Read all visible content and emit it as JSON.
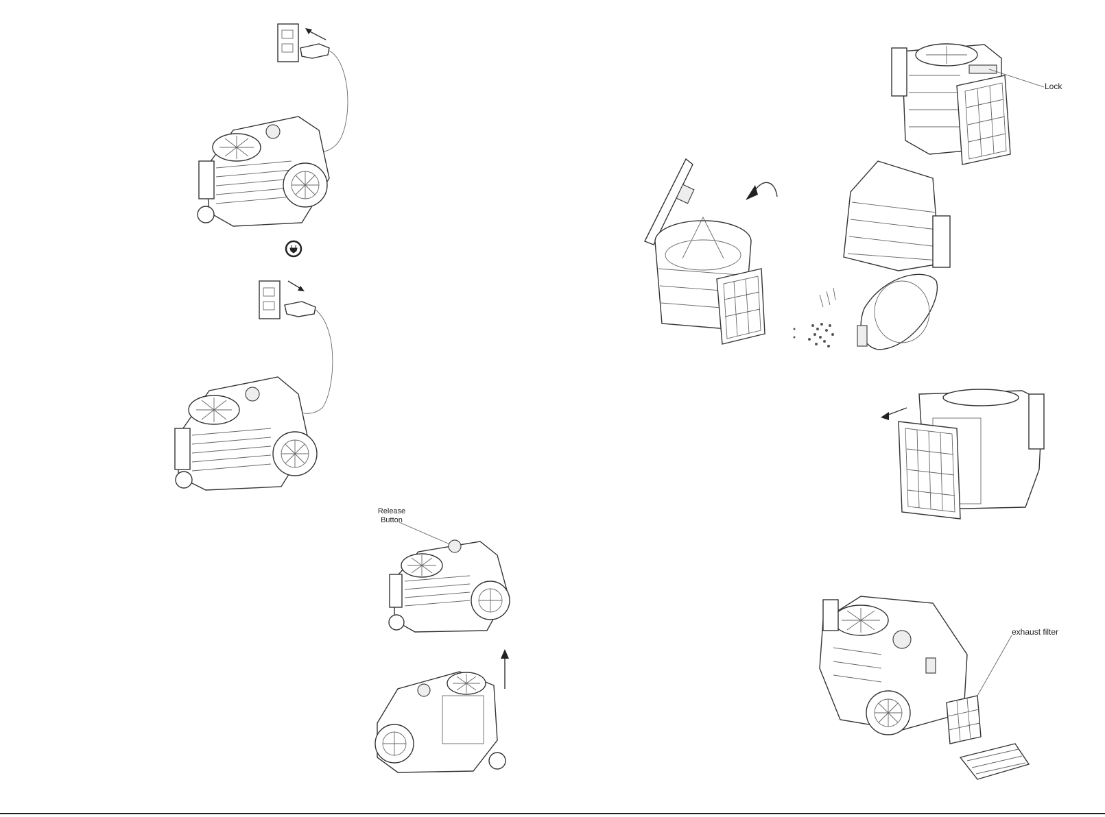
{
  "labels": {
    "lock": "Lock",
    "release_button": "Release\nButton",
    "exhaust_filter": "exhaust filter"
  },
  "icons": {
    "plug_in": "plug-arrow-in-icon",
    "unplug": "plug-arrow-out-icon",
    "power_symbol": "power-plug-circle-icon",
    "rotate_arrow": "curved-arrow-icon",
    "lift_arrow": "arrow-up-icon",
    "pull_arrow": "arrow-left-icon"
  }
}
